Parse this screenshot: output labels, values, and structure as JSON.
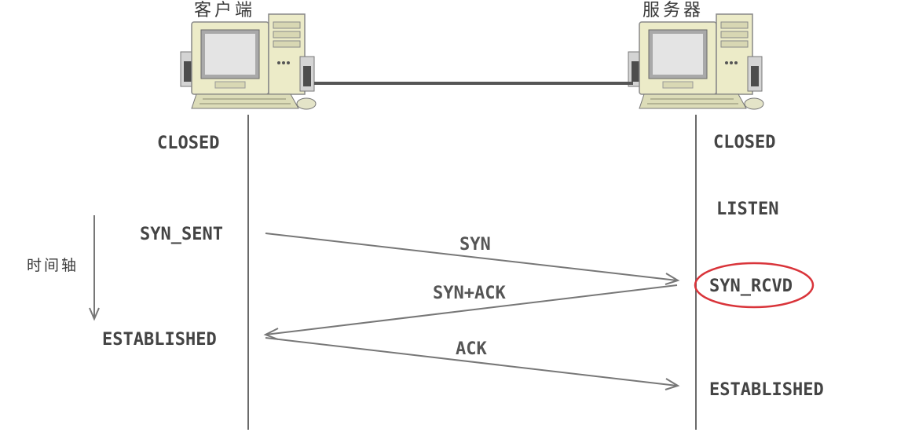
{
  "client": {
    "title": "客户端"
  },
  "server": {
    "title": "服务器"
  },
  "time_axis": {
    "label": "时间轴"
  },
  "client_states": {
    "closed": "CLOSED",
    "syn_sent": "SYN_SENT",
    "established": "ESTABLISHED"
  },
  "server_states": {
    "closed": "CLOSED",
    "listen": "LISTEN",
    "syn_rcvd": "SYN_RCVD",
    "established": "ESTABLISHED"
  },
  "messages": {
    "syn": "SYN",
    "syn_ack": "SYN+ACK",
    "ack": "ACK"
  },
  "colors": {
    "line": "#777777",
    "highlight": "#d9343a",
    "computer_body": "#ecebc8"
  },
  "icons": {
    "client": "desktop-computer-icon",
    "server": "desktop-computer-icon"
  }
}
